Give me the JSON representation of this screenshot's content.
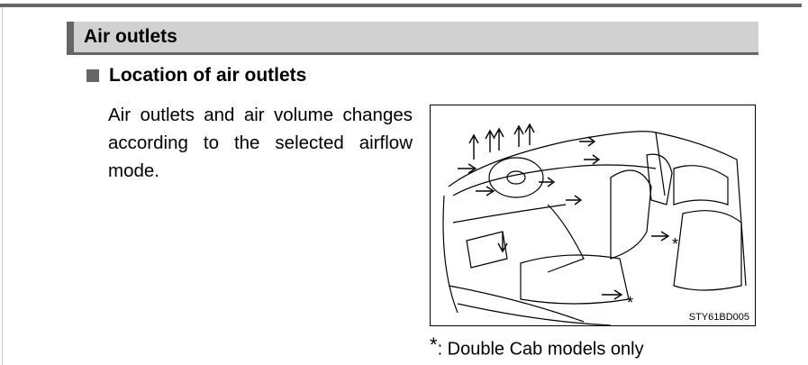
{
  "section": {
    "title": "Air outlets"
  },
  "subsection": {
    "title": "Location of air outlets"
  },
  "body_text": "Air outlets and air volume changes according to the selected airflow mode.",
  "figure": {
    "code": "STY61BD005",
    "asterisk_marker": "*"
  },
  "footnote": {
    "marker": "*",
    "text": ": Double Cab models only"
  }
}
